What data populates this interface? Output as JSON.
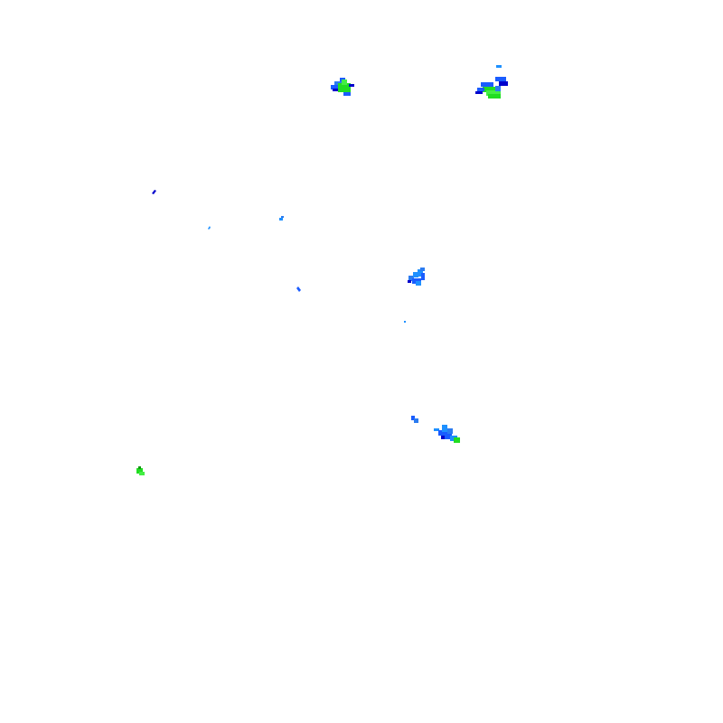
{
  "image": {
    "background": "#ffffff"
  },
  "palette": {
    "dark_blue": "#0000cc",
    "blue": "#1a5cff",
    "medium_blue": "#2b7bf0",
    "light_blue": "#1e90ff",
    "green": "#22dd22",
    "bright_green": "#44ee44",
    "dark_green": "#119911"
  },
  "echoes": [
    {
      "id": "echo-north-west",
      "intensity": "moderate"
    },
    {
      "id": "echo-north-east",
      "intensity": "moderate"
    },
    {
      "id": "echo-west-speck",
      "intensity": "light"
    },
    {
      "id": "echo-small-1",
      "intensity": "light"
    },
    {
      "id": "echo-small-2",
      "intensity": "light"
    },
    {
      "id": "echo-centre",
      "intensity": "light"
    },
    {
      "id": "echo-small-3",
      "intensity": "light"
    },
    {
      "id": "echo-tiny",
      "intensity": "light"
    },
    {
      "id": "echo-south-east",
      "intensity": "moderate"
    },
    {
      "id": "echo-south-west",
      "intensity": "moderate"
    }
  ]
}
